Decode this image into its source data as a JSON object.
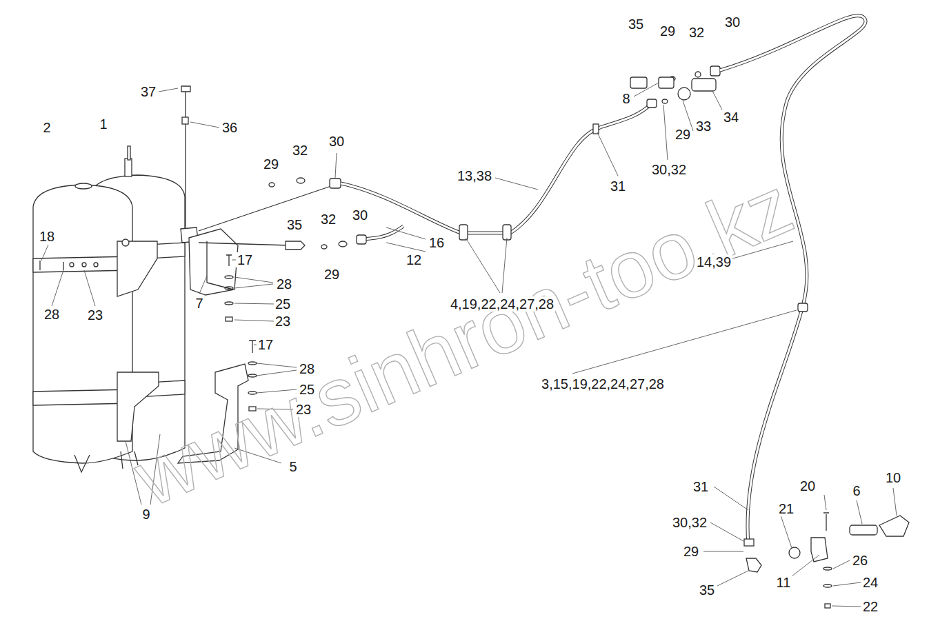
{
  "diagram": {
    "labels": [
      "35",
      "29",
      "32",
      "30",
      "37",
      "36",
      "8",
      "29",
      "33",
      "34",
      "2",
      "1",
      "30,32",
      "30",
      "29",
      "32",
      "13,38",
      "31",
      "35",
      "32",
      "30",
      "16",
      "18",
      "12",
      "17",
      "14,39",
      "29",
      "28",
      "4,19,22,24,27,28",
      "25",
      "23",
      "28",
      "23",
      "7",
      "17",
      "28",
      "3,15,19,22,24,27,28",
      "25",
      "23",
      "5",
      "9",
      "20",
      "6",
      "10",
      "31",
      "21",
      "30,32",
      "29",
      "26",
      "11",
      "24",
      "35",
      "22",
      "www.sinhron-too.kz"
    ]
  }
}
